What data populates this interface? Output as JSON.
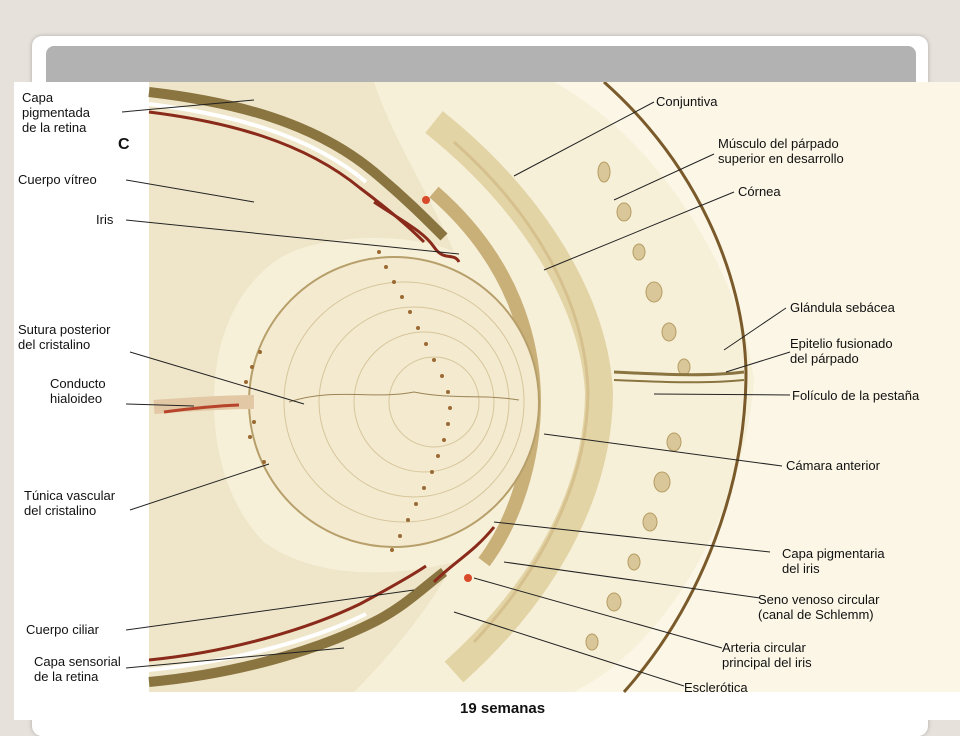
{
  "figure": {
    "panel_letter": "C",
    "caption": "19 semanas",
    "labels_left": [
      "Capa\npigmentada\nde la retina",
      "Cuerpo vítreo",
      "Iris",
      "Sutura posterior\ndel cristalino",
      "Conducto\nhialoideo",
      "Túnica vascular\ndel cristalino",
      "Cuerpo ciliar",
      "Capa sensorial\nde la retina"
    ],
    "labels_right": [
      "Conjuntiva",
      "Músculo del párpado\nsuperior en desarrollo",
      "Córnea",
      "Glándula sebácea",
      "Epitelio fusionado\ndel párpado",
      "Folículo de la pestaña",
      "Cámara anterior",
      "Capa pigmentaria\ndel iris",
      "Seno venoso circular\n(canal de Schlemm)",
      "Arteria circular\nprincipal del iris",
      "Esclerótica"
    ]
  },
  "colors": {
    "tissue": "#f4ecd2",
    "tissue_dark": "#e9dcb2",
    "cartilage": "#d9c79a",
    "brown_line": "#7a5a2a",
    "pigment": "#8a2a1a",
    "artery": "#d94a2a"
  }
}
